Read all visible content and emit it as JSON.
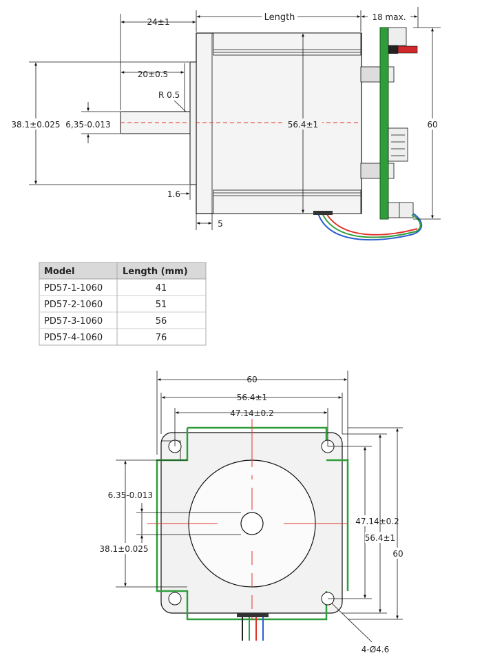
{
  "side_view": {
    "shaft_length": "24±1",
    "length": "Length",
    "board_depth": "18 max.",
    "shaft_flat": "20±0.5",
    "radius": "R 0.5",
    "pilot": "38.1±0.025",
    "shaft_dia": "6,35-0.013",
    "body": "56.4±1",
    "height": "60",
    "flange": "1.6",
    "step": "5"
  },
  "table": {
    "headers": [
      "Model",
      "Length (mm)"
    ],
    "rows": [
      [
        "PD57-1-1060",
        "41"
      ],
      [
        "PD57-2-1060",
        "51"
      ],
      [
        "PD57-3-1060",
        "56"
      ],
      [
        "PD57-4-1060",
        "76"
      ]
    ]
  },
  "front_view": {
    "width": "60",
    "body": "56.4±1",
    "holes_span": "47.14±0.2",
    "shaft_dia": "6.35-0.013",
    "pilot": "38.1±0.025",
    "holes_span_v": "47.14±0.2",
    "body_v": "56.4±1",
    "height_v": "60",
    "holes": "4-Ø4.6"
  },
  "colors": {
    "pcb_green": "#2f9e3a",
    "center_line": "#e0322a",
    "wire_red": "#e0322a",
    "wire_blue": "#2a5fd0",
    "wire_green": "#2f9e3a",
    "connector_red": "#d0282a"
  }
}
